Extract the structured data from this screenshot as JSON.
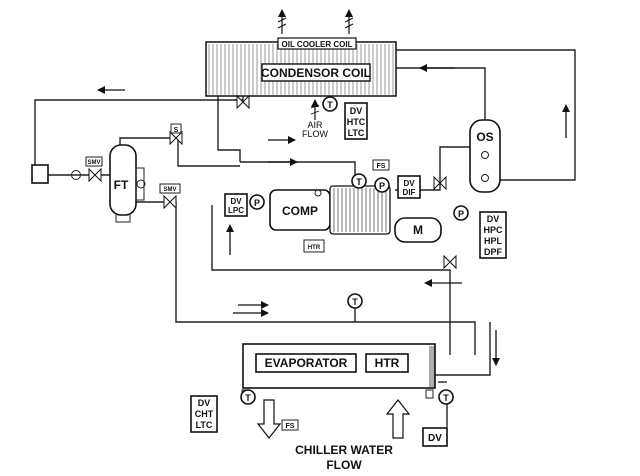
{
  "labels": {
    "oil_cooler_coil": "OIL COOLER COIL",
    "condensor_coil": "CONDENSOR COIL",
    "air_flow_1": "AIR",
    "air_flow_2": "FLOW",
    "os": "OS",
    "ft": "FT",
    "comp": "COMP",
    "m": "M",
    "evaporator": "EVAPORATOR",
    "htr_evap": "HTR",
    "htr_comp": "HTR",
    "smv_1": "SMV",
    "smv_2": "SMV",
    "s": "S",
    "fs_top": "FS",
    "fs_bottom": "FS",
    "chiller_1": "CHILLER WATER",
    "chiller_2": "FLOW"
  },
  "instruments": {
    "t": "T",
    "p": "P",
    "cond_group": [
      "DV",
      "HTC",
      "LTC"
    ],
    "dif_group": [
      "DV",
      "DIF"
    ],
    "lpc_group": [
      "DV",
      "LPC"
    ],
    "hp_group": [
      "DV",
      "HPC",
      "HPL",
      "DPF"
    ],
    "evap_group": [
      "DV",
      "CHT",
      "LTC"
    ],
    "dv_bottom": "DV"
  }
}
